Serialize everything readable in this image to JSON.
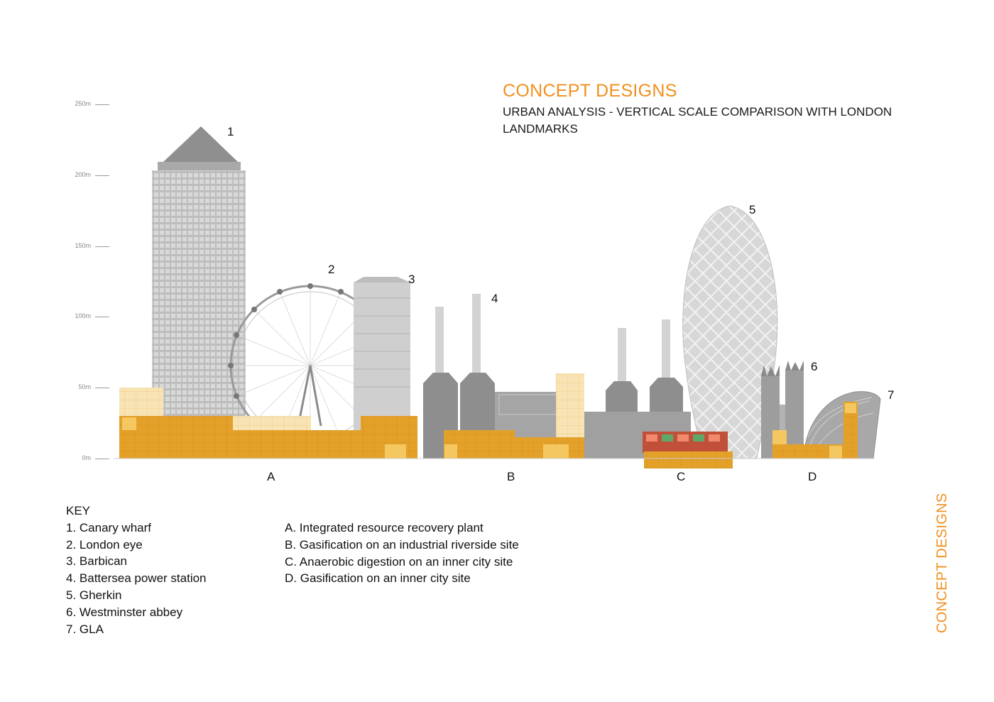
{
  "header": {
    "title": "CONCEPT DESIGNS",
    "subtitle": "URBAN ANALYSIS - VERTICAL SCALE COMPARISON WITH LONDON LANDMARKS"
  },
  "side_title": "CONCEPT DESIGNS",
  "scale": {
    "ticks": [
      "250m",
      "200m",
      "150m",
      "100m",
      "50m",
      "0m"
    ]
  },
  "landmark_numbers": [
    "1",
    "2",
    "3",
    "4",
    "5",
    "6",
    "7"
  ],
  "zone_labels": [
    "A",
    "B",
    "C",
    "D"
  ],
  "key": {
    "heading": "KEY",
    "landmarks": [
      "1. Canary wharf",
      "2. London eye",
      "3. Barbican",
      "4. Battersea power station",
      "5. Gherkin",
      "6. Westminster abbey",
      "7. GLA"
    ],
    "sites": [
      "A. Integrated resource recovery plant",
      "B. Gasification on an industrial riverside site",
      "C. Anaerobic digestion on an inner city site",
      "D. Gasification on an inner city site"
    ]
  },
  "colors": {
    "accent": "#f0901e",
    "building_gold": "#e3a12a",
    "building_pale": "#f6dfa8",
    "landmark_grey": "#b9b9b9"
  }
}
